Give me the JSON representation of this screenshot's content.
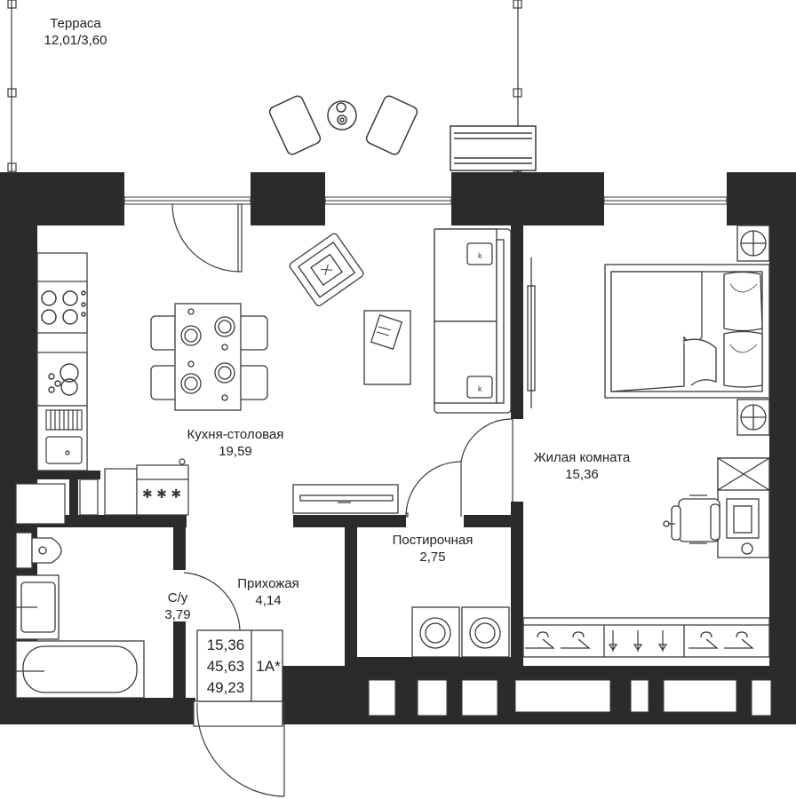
{
  "colors": {
    "wall": "#2b2b2b",
    "line": "#3a3a3a",
    "background": "#ffffff",
    "text": "#222222"
  },
  "rooms": [
    {
      "id": "terrace",
      "name": "Терраса",
      "area": "12,01/3,60"
    },
    {
      "id": "kitchen",
      "name": "Кухня-столовая",
      "area": "19,59"
    },
    {
      "id": "living",
      "name": "Жилая комната",
      "area": "15,36"
    },
    {
      "id": "laundry",
      "name": "Постирочная",
      "area": "2,75"
    },
    {
      "id": "hall",
      "name": "Прихожая",
      "area": "4,14"
    },
    {
      "id": "bath",
      "name": "С/у",
      "area": "3,79"
    }
  ],
  "summary": {
    "living_area": "15,36",
    "total_area": "45,63",
    "total_with_terrace": "49,23",
    "type": "1А*"
  },
  "icons": [
    "stove-icon",
    "washing-machine-icon",
    "bed-icon",
    "sofa-icon",
    "armchair-icon",
    "dining-table-icon",
    "toilet-icon",
    "bathtub-icon",
    "sink-icon",
    "hanger-icon",
    "plant-icon",
    "desk-icon",
    "tv-icon"
  ]
}
